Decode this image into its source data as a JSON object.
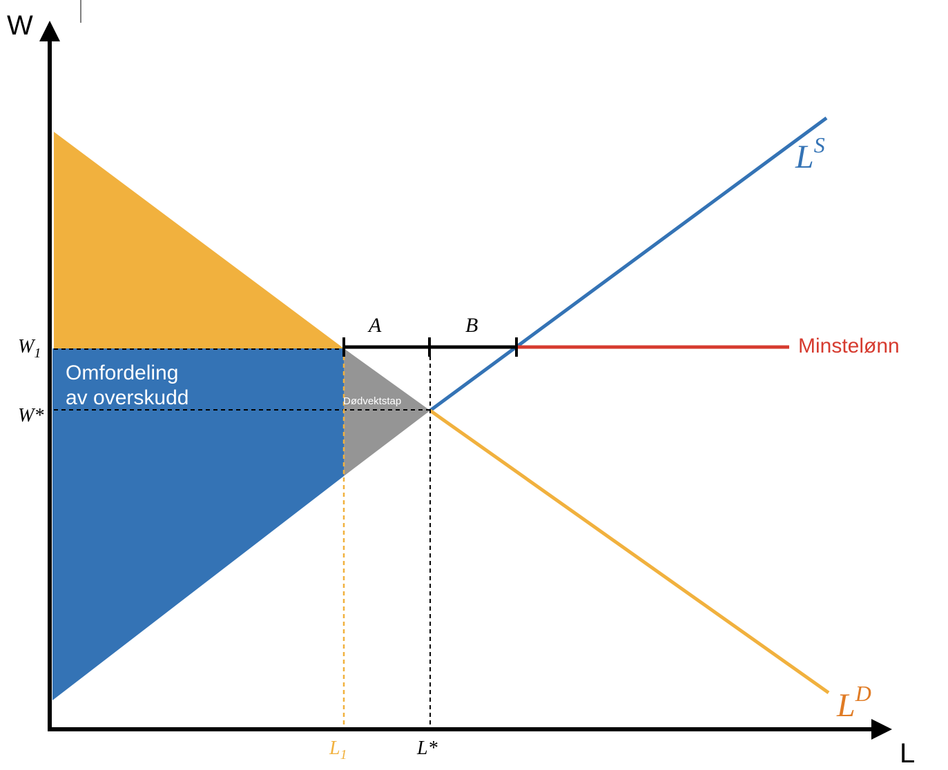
{
  "axes": {
    "y_label": "W",
    "x_label": "L"
  },
  "curves": {
    "supply": {
      "base": "L",
      "sup": "S",
      "color": "#3473b5"
    },
    "demand": {
      "base": "L",
      "sup": "D",
      "color": "#e07b24"
    },
    "min_wage": {
      "label": "Minstelønn",
      "color": "#d63b2f"
    }
  },
  "ticks": {
    "w1": {
      "base": "W",
      "sub": "1"
    },
    "wstar": "W*",
    "l1": {
      "base": "L",
      "sub": "1"
    },
    "lstar": "L*"
  },
  "segments": {
    "a": "A",
    "b": "B"
  },
  "areas": {
    "redistribution_line1": "Omfordeling",
    "redistribution_line2": "av overskudd",
    "deadweight": "Dødvektstap"
  },
  "colors": {
    "orange_area": "#f1b13e",
    "blue_area": "#3473b5",
    "gray_area": "#959595",
    "demand_line": "#f1b13e",
    "l1_tick": "#f1b13e",
    "lstar_tick": "#000000"
  }
}
